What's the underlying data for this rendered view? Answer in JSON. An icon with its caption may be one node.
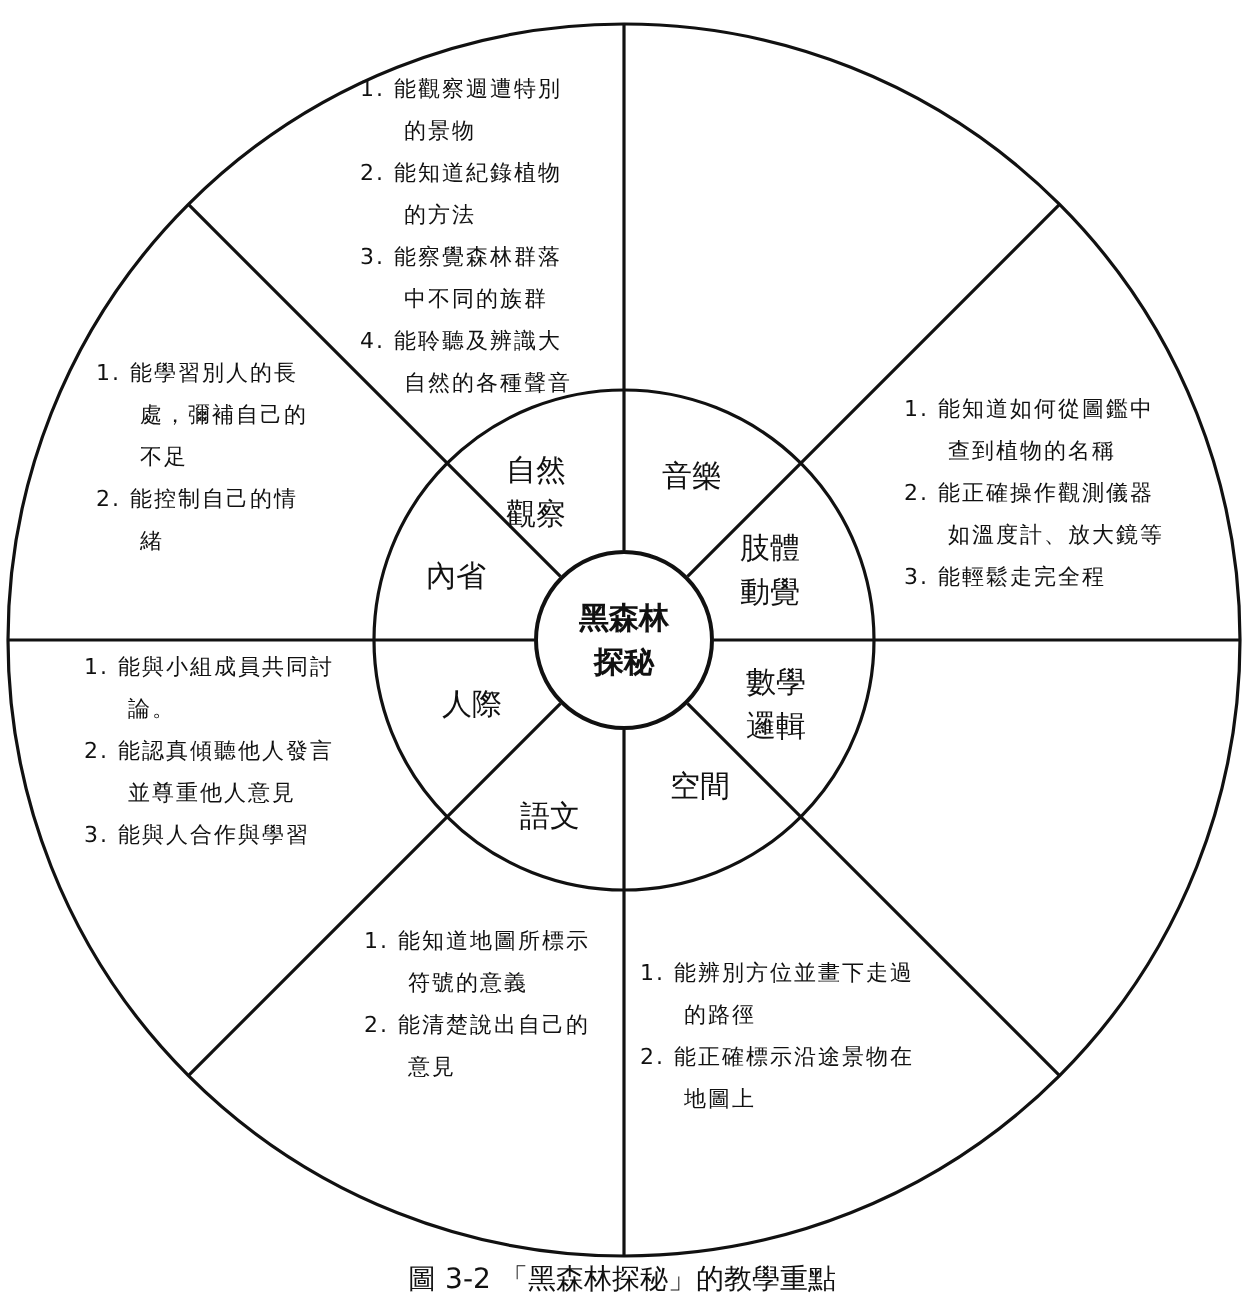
{
  "diagram": {
    "caption": "圖 3-2 「黑森林探秘」的教學重點",
    "nodes": [
      {
        "text": [
          "黑森林探秘"
        ]
      },
      {
        "text": [
          "自然觀察"
        ]
      },
      {
        "text": [
          "音樂"
        ]
      },
      {
        "text": [
          "肢體動覺"
        ]
      },
      {
        "text": [
          "數學邏輯"
        ]
      },
      {
        "text": [
          "空間"
        ]
      },
      {
        "text": [
          "語文"
        ]
      },
      {
        "text": [
          "人際"
        ]
      },
      {
        "text": [
          "內省"
        ]
      },
      {
        "text": [
          "1. 能觀察週遭特別的景物",
          "2. 能知道紀錄植物的方法",
          "3. 能察覺森林群落中不同的族群",
          "4. 能聆聽及辨識大自然的各種聲音"
        ]
      },
      {
        "text": [
          "1. 能學習別人的長處，彌補自己的不足",
          "2. 能控制自己的情緒"
        ]
      },
      {
        "text": [
          "1. 能知道如何從圖鑑中查到植物的名稱",
          "2. 能正確操作觀測儀器如溫度計、放大鏡等",
          "3. 能輕鬆走完全程"
        ]
      },
      {
        "text": [
          "1. 能與小組成員共同討論。",
          "2. 能認真傾聽他人發言並尊重他人意見",
          "3. 能與人合作與學習"
        ]
      },
      {
        "text": [
          "1. 能知道地圖所標示符號的意義",
          "2. 能清楚說出自己的意見"
        ]
      },
      {
        "text": [
          "1. 能辨別方位並畫下走過的路徑",
          "2. 能正確標示沿途景物在地圖上"
        ]
      }
    ]
  }
}
